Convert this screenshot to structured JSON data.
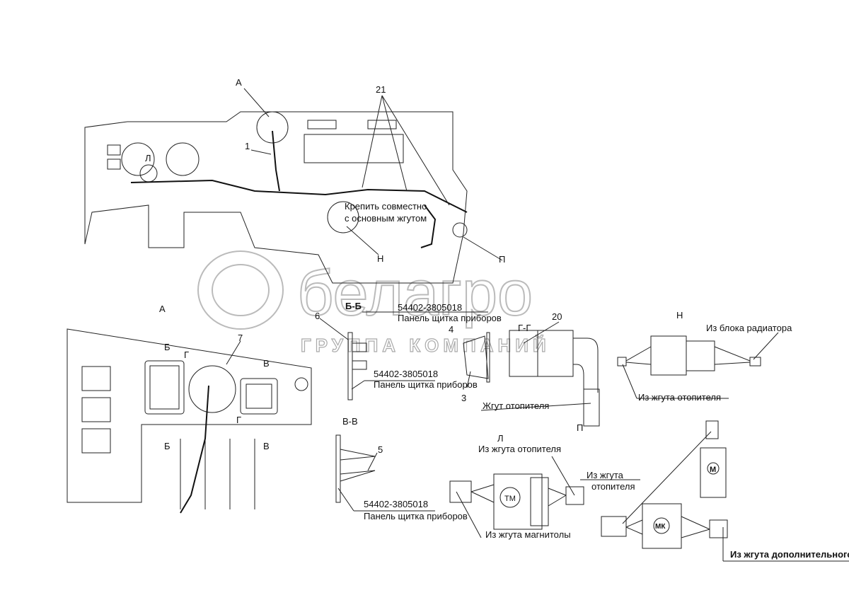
{
  "watermark": {
    "brand": "белагро",
    "subtitle": "ГРУППА КОМПАНИЙ"
  },
  "top_view": {
    "view_a": "А",
    "pos_21": "21",
    "pos_1": "1",
    "view_l": "Л",
    "note_line1": "Крепить совместно",
    "note_line2": "с основным жгутом",
    "view_n": "Н",
    "view_p": "П"
  },
  "detail_a": {
    "title": "А",
    "pos_7": "7",
    "sec_b1": "Б",
    "sec_g1": "Г",
    "sec_v1": "В",
    "sec_g2": "Г",
    "sec_b2": "Б",
    "sec_v2": "В"
  },
  "section_bb": {
    "title": "Б-Б",
    "pos_6": "6",
    "part1": "54402-3805018",
    "part1_name": "Панель щитка приборов",
    "part2": "54402-3805018",
    "part2_name": "Панель щитка приборов"
  },
  "section_gg": {
    "title": "Г-Г",
    "pos_4": "4",
    "pos_20": "20",
    "pos_3": "3",
    "harness": "Жгут  отопителя"
  },
  "section_vv": {
    "title": "В-В",
    "pos_5": "5",
    "part": "54402-3805018",
    "part_name": "Панель щитка приборов"
  },
  "view_n": {
    "title": "Н",
    "from_radiator": "Из блока радиатора",
    "from_heater": "Из жгута отопителя"
  },
  "view_l": {
    "title": "Л",
    "from_heater": "Из жгута отопителя",
    "badge": "ТМ",
    "from_radio": "Из жгута магнитолы"
  },
  "view_p": {
    "title": "П",
    "from_heater_1": "Из жгута",
    "from_heater_2": "отопителя",
    "badge_m": "М",
    "badge_mk": "МК",
    "from_additional": "Из жгута дополнительного"
  }
}
